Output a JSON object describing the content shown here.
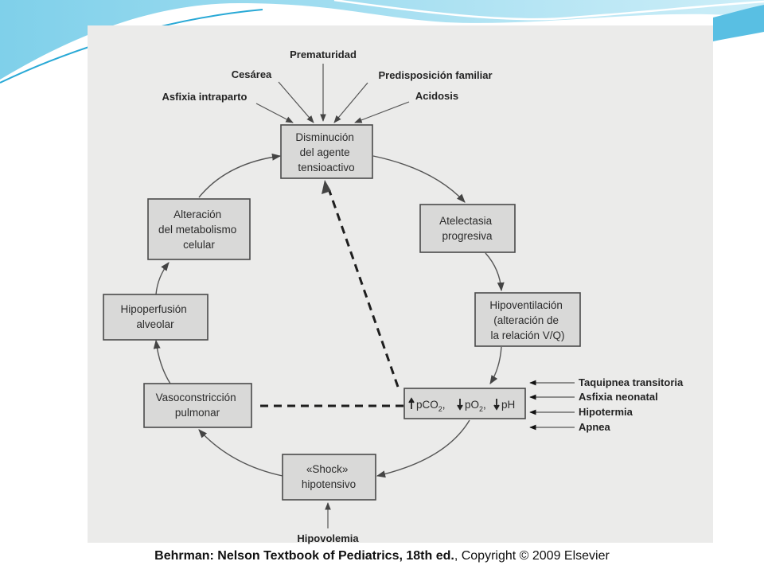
{
  "nodes": {
    "disminucion": [
      "Disminución",
      "del agente",
      "tensioactivo"
    ],
    "atelectasia": [
      "Atelectasia",
      "progresiva"
    ],
    "hipoventilacion": [
      "Hipoventilación",
      "(alteración de",
      "la relación V/Q)"
    ],
    "gases": {
      "p1": "pCO",
      "s1": "2",
      "c1": ",",
      "p2": "pO",
      "s2": "2",
      "c2": ",",
      "p3": "pH"
    },
    "shock": [
      "«Shock»",
      "hipotensivo"
    ],
    "vasoconstriccion": [
      "Vasoconstricción",
      "pulmonar"
    ],
    "hipoperfusion": [
      "Hipoperfusión",
      "alveolar"
    ],
    "metabolismo": [
      "Alteración",
      "del metabolismo",
      "celular"
    ]
  },
  "top_factors": [
    "Prematuridad",
    "Cesárea",
    "Predisposición familiar",
    "Asfixia intraparto",
    "Acidosis"
  ],
  "right_factors": [
    "Taquipnea transitoria",
    "Asfixia neonatal",
    "Hipotermia",
    "Apnea"
  ],
  "bottom_factor": "Hipovolemia",
  "caption": {
    "bold": "Behrman: Nelson Textbook of Pediatrics, 18th ed.",
    "rest": ", Copyright © 2009 Elsevier"
  },
  "colors": {
    "accent": "#29a9d6",
    "panel": "#ebebea",
    "box": "#d9d9d8"
  },
  "icons": [
    "arrow-up-icon",
    "arrow-down-icon"
  ]
}
